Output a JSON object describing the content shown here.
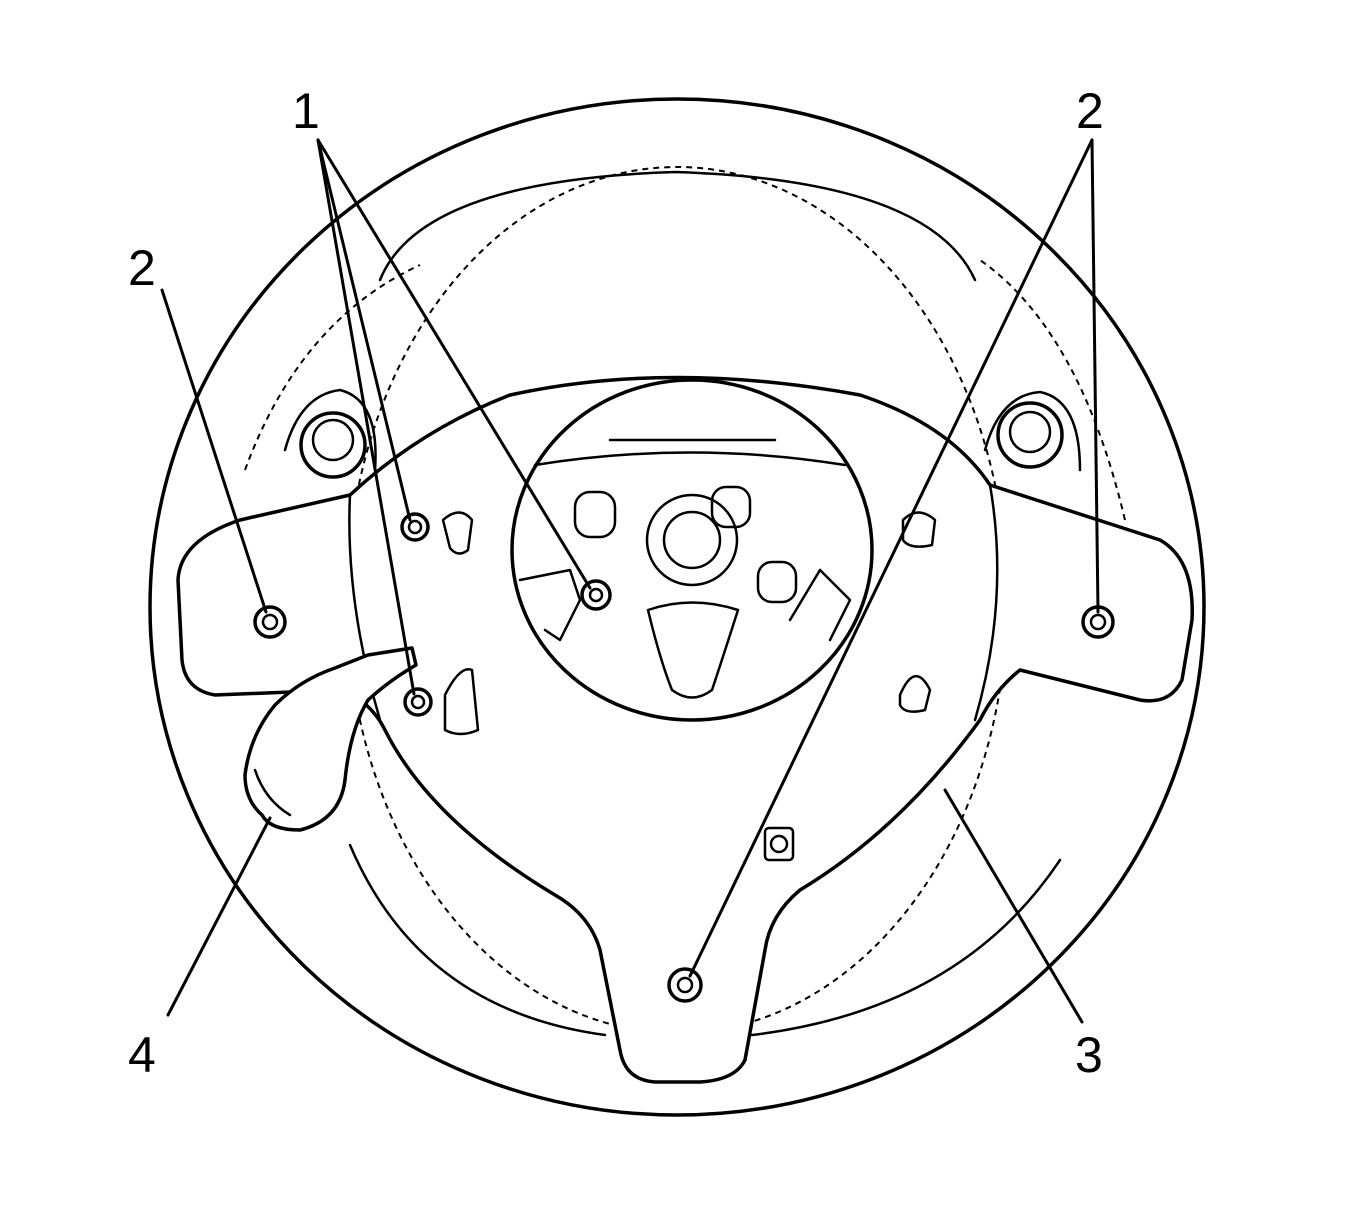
{
  "callouts": {
    "label_1": "1",
    "label_2_top_right": "2",
    "label_2_left": "2",
    "label_3": "3",
    "label_4": "4"
  },
  "colors": {
    "line": "#000000",
    "background": "#ffffff"
  }
}
